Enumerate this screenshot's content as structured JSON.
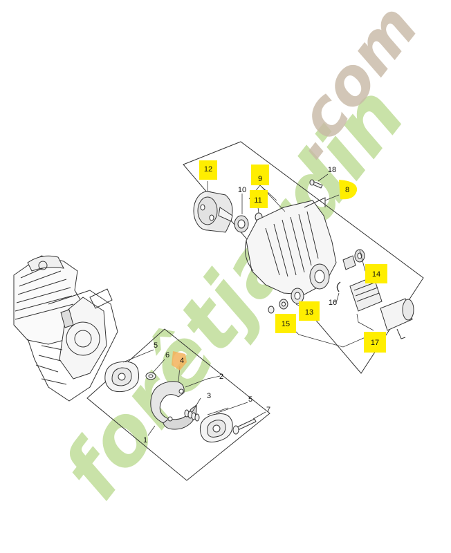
{
  "diagram": {
    "colors": {
      "line": "#333333",
      "part_fill": "#f4f4f4",
      "highlight": "#ffee00",
      "watermark_green": "#b8d98c",
      "watermark_brown": "#c8b9a6",
      "watermark_orange": "#f3b15a"
    },
    "watermark": {
      "main": "forêtjardin",
      "suffix": ".com"
    },
    "callouts": {
      "c1": "1",
      "c2": "2",
      "c3": "3",
      "c4": "4",
      "c5a": "5",
      "c5b": "5",
      "c6": "6",
      "c7": "7",
      "c8": "8",
      "c9": "9",
      "c10": "10",
      "c11": "11",
      "c12": "12",
      "c13": "13",
      "c14": "14",
      "c15": "15",
      "c16": "16",
      "c17": "17",
      "c18": "18"
    }
  }
}
